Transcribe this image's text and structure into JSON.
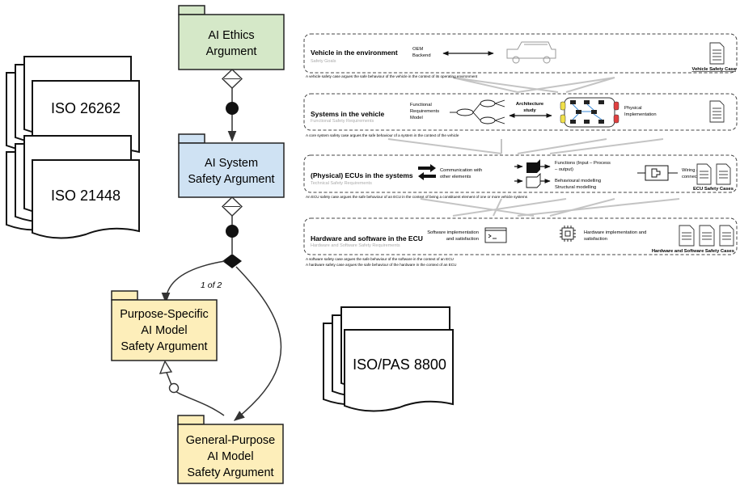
{
  "standards": {
    "iso26262": "ISO 26262",
    "iso21448": "ISO 21448",
    "iso8800": "ISO/PAS 8800"
  },
  "packages": {
    "ethics": {
      "line1": "AI Ethics",
      "line2": "Argument",
      "color": "#d5e8c8"
    },
    "system": {
      "line1": "AI System",
      "line2": "Safety Argument",
      "color": "#cfe2f3"
    },
    "purpose": {
      "line1": "Purpose-Specific",
      "line2": "AI Model",
      "line3": "Safety Argument",
      "color": "#fdeeba"
    },
    "general": {
      "line1": "General-Purpose",
      "line2": "AI Model",
      "line3": "Safety Argument",
      "color": "#fdeeba"
    }
  },
  "multiplicity": "1 of 2",
  "layers": {
    "vehicle": {
      "title": "Vehicle in the environment",
      "subtitle": "Safety Goals",
      "oem": [
        "OEM",
        "Backend"
      ],
      "case_label": "Vehicle Safety Case",
      "caption": "A vehicle safety case argues the safe behaviour of the vehicle in the context of its operating environment"
    },
    "systems": {
      "title": "Systems in the vehicle",
      "subtitle": "Functional Safety Requirements",
      "model": [
        "Functional",
        "Requirements",
        "Model"
      ],
      "arch": [
        "Architecture",
        "study"
      ],
      "phys": [
        "Physical",
        "Implementation"
      ],
      "caption": "A core system safety case argues the safe behaviour of a system in the context of the vehicle"
    },
    "ecus": {
      "title": "(Physical) ECUs  in the systems",
      "subtitle": "Technical Safety Requirements",
      "comm": [
        "Communication with",
        "other elements"
      ],
      "func": [
        "Functions (Input – Process",
        "– output)"
      ],
      "behav": [
        "Behavioural modelling",
        "Structural modelling"
      ],
      "wiring": [
        "Wiring and",
        "connectors"
      ],
      "case_label": "ECU  Safety Cases",
      "caption": "An ECU safety case argues the safe behaviour of an ECU in the context of being a constituent element of one or more vehicle systems"
    },
    "hwsw": {
      "title": "Hardware and software in the ECU",
      "subtitle": "Hardware and Software Safety Requirements",
      "sw": [
        "Software implementation",
        "and satisfaction"
      ],
      "hw": [
        "Hardware implementation and",
        "satisfaction"
      ],
      "case_label": "Hardware and Software Safety Cases",
      "caption1": "A software safety case argues the safe behaviour of the software in the context of an ECU",
      "caption2": "A hardware safety case argues the safe behaviour of the hardware in the context of an ECU"
    }
  }
}
